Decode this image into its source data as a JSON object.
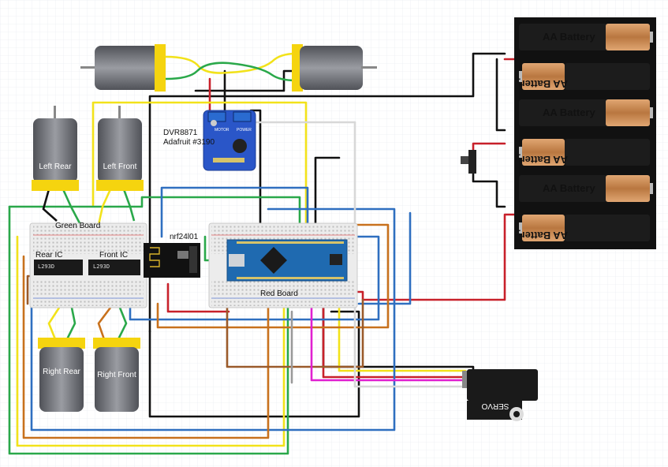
{
  "labels": {
    "driver_name": "DVR8871",
    "driver_sub": "Adafruit #3190",
    "radio": "nrf24l01",
    "green_board": "Green Board",
    "red_board": "Red Board",
    "rear_ic": "Rear IC",
    "front_ic": "Front IC",
    "ic_part": "L293D",
    "left_rear": "Left Rear",
    "left_front": "Left Front",
    "right_rear": "Right Rear",
    "right_front": "Right Front",
    "battery": "AA Battery",
    "servo": "SERVO",
    "driver_motor": "MOTOR",
    "driver_power": "POWER"
  },
  "colors": {
    "red": "#c8202a",
    "black": "#111111",
    "blue": "#2f6fc0",
    "green": "#2aa84a",
    "yellow": "#f2e21a",
    "orange": "#c8711d",
    "brown": "#9a5a2a",
    "magenta": "#e020d0",
    "white": "#f4f4f4",
    "gray": "#9a9a9a",
    "arduino": "#1f6ab0",
    "driver_board": "#2a56c8",
    "motor_cap": "#f5d40f",
    "battery_copper": "#c88a52"
  }
}
